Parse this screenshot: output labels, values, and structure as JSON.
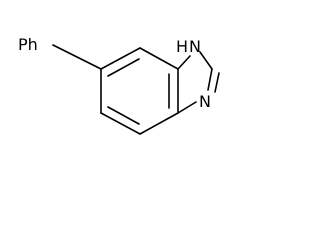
{
  "molecule": {
    "substituent_label": "Ph",
    "nh_label": "H",
    "n1_label": "N",
    "n3_label": "N"
  },
  "colors": {
    "background": "#ffffff",
    "ink": "#000000"
  }
}
